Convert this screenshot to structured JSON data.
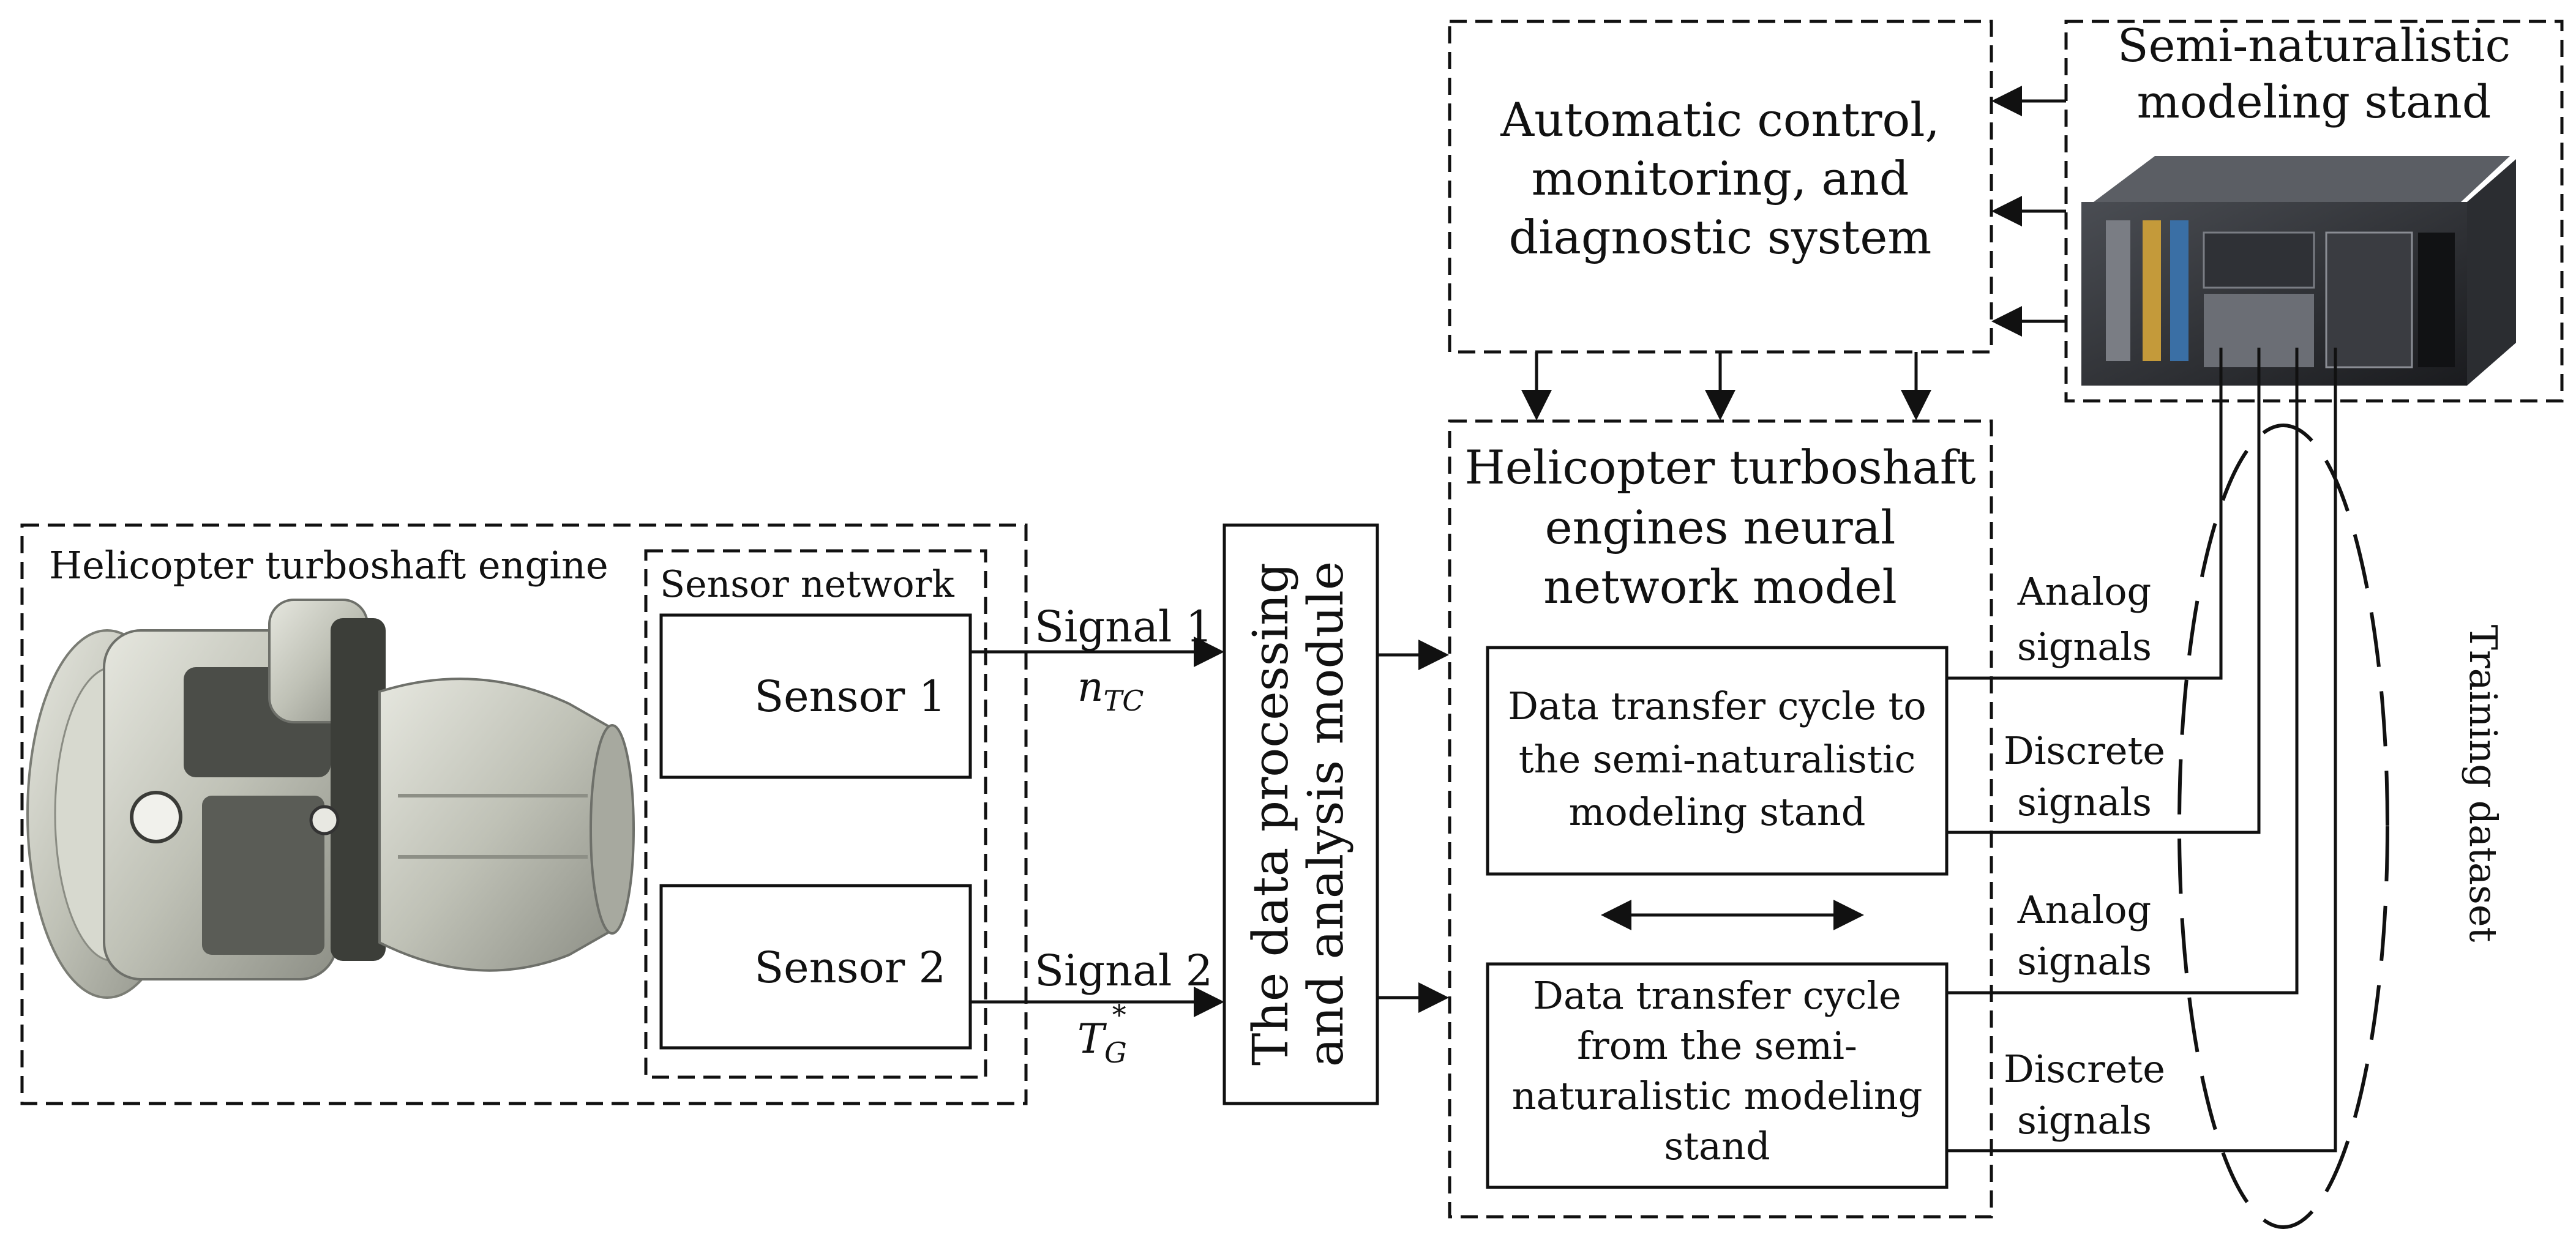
{
  "engine_block": {
    "title": "Helicopter turboshaft engine",
    "sensor_network_label": "Sensor network",
    "sensor1_label": "Sensor 1",
    "sensor2_label": "Sensor 2"
  },
  "signals": {
    "signal1_label": "Signal 1",
    "signal1_symbol": "n",
    "signal1_subscript": "TC",
    "signal2_label": "Signal 2",
    "signal2_symbol": "T",
    "signal2_subscript": "G",
    "signal2_superscript": "*"
  },
  "processing_module": {
    "label_line1": "The data processing",
    "label_line2": "and analysis module"
  },
  "control_system": {
    "line1": "Automatic control,",
    "line2": "monitoring, and",
    "line3": "diagnostic system"
  },
  "stand": {
    "line1": "Semi-naturalistic",
    "line2": "modeling stand"
  },
  "neural_model": {
    "line1": "Helicopter turboshaft",
    "line2": "engines neural",
    "line3": "network model",
    "cycle_to": [
      "Data transfer cycle to",
      "the semi-naturalistic",
      "modeling stand"
    ],
    "cycle_from": [
      "Data transfer cycle",
      "from the semi-",
      "naturalistic modeling",
      "stand"
    ]
  },
  "signal_labels": {
    "analog_1": [
      "Analog",
      "signals"
    ],
    "discrete_1": [
      "Discrete",
      "signals"
    ],
    "analog_2": [
      "Analog",
      "signals"
    ],
    "discrete_2": [
      "Discrete",
      "signals"
    ]
  },
  "training_dataset_label": "Training dataset",
  "icons": {
    "engine": "turboshaft-engine-picture",
    "stand": "rack-server-picture"
  }
}
